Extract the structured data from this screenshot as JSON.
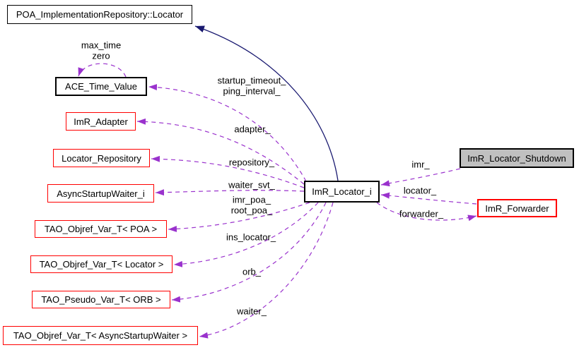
{
  "nodes": {
    "poa_locator": "POA_ImplementationRepository::Locator",
    "ace_time_value": "ACE_Time_Value",
    "imr_adapter": "ImR_Adapter",
    "locator_repository": "Locator_Repository",
    "async_startup_waiter_i": "AsyncStartupWaiter_i",
    "tao_objref_poa": "TAO_Objref_Var_T< POA >",
    "tao_objref_locator": "TAO_Objref_Var_T< Locator >",
    "tao_pseudo_orb": "TAO_Pseudo_Var_T< ORB >",
    "tao_objref_asw": "TAO_Objref_Var_T< AsyncStartupWaiter >",
    "imr_locator_i": "ImR_Locator_i",
    "imr_locator_shutdown": "ImR_Locator_Shutdown",
    "imr_forwarder": "ImR_Forwarder"
  },
  "edge_labels": {
    "self_loop": {
      "line1": "max_time",
      "line2": "zero"
    },
    "startup": {
      "line1": "startup_timeout_",
      "line2": "ping_interval_"
    },
    "adapter": "adapter_",
    "repository": "repository_",
    "waiter_svt": "waiter_svt_",
    "imr_poa": {
      "line1": "imr_poa_",
      "line2": "root_poa_"
    },
    "ins_locator": "ins_locator_",
    "orb": "orb_",
    "waiter": "waiter_",
    "imr": "imr_",
    "locator": "locator_",
    "forwarder": "forwarder_"
  },
  "colors": {
    "usage_edge": "#9a32cd",
    "inheritance_edge": "#191970",
    "red_node_border": "#ff0000",
    "black_node_border": "#000000",
    "gray_node_fill": "#c0c0c0",
    "node_fill": "#ffffff"
  }
}
